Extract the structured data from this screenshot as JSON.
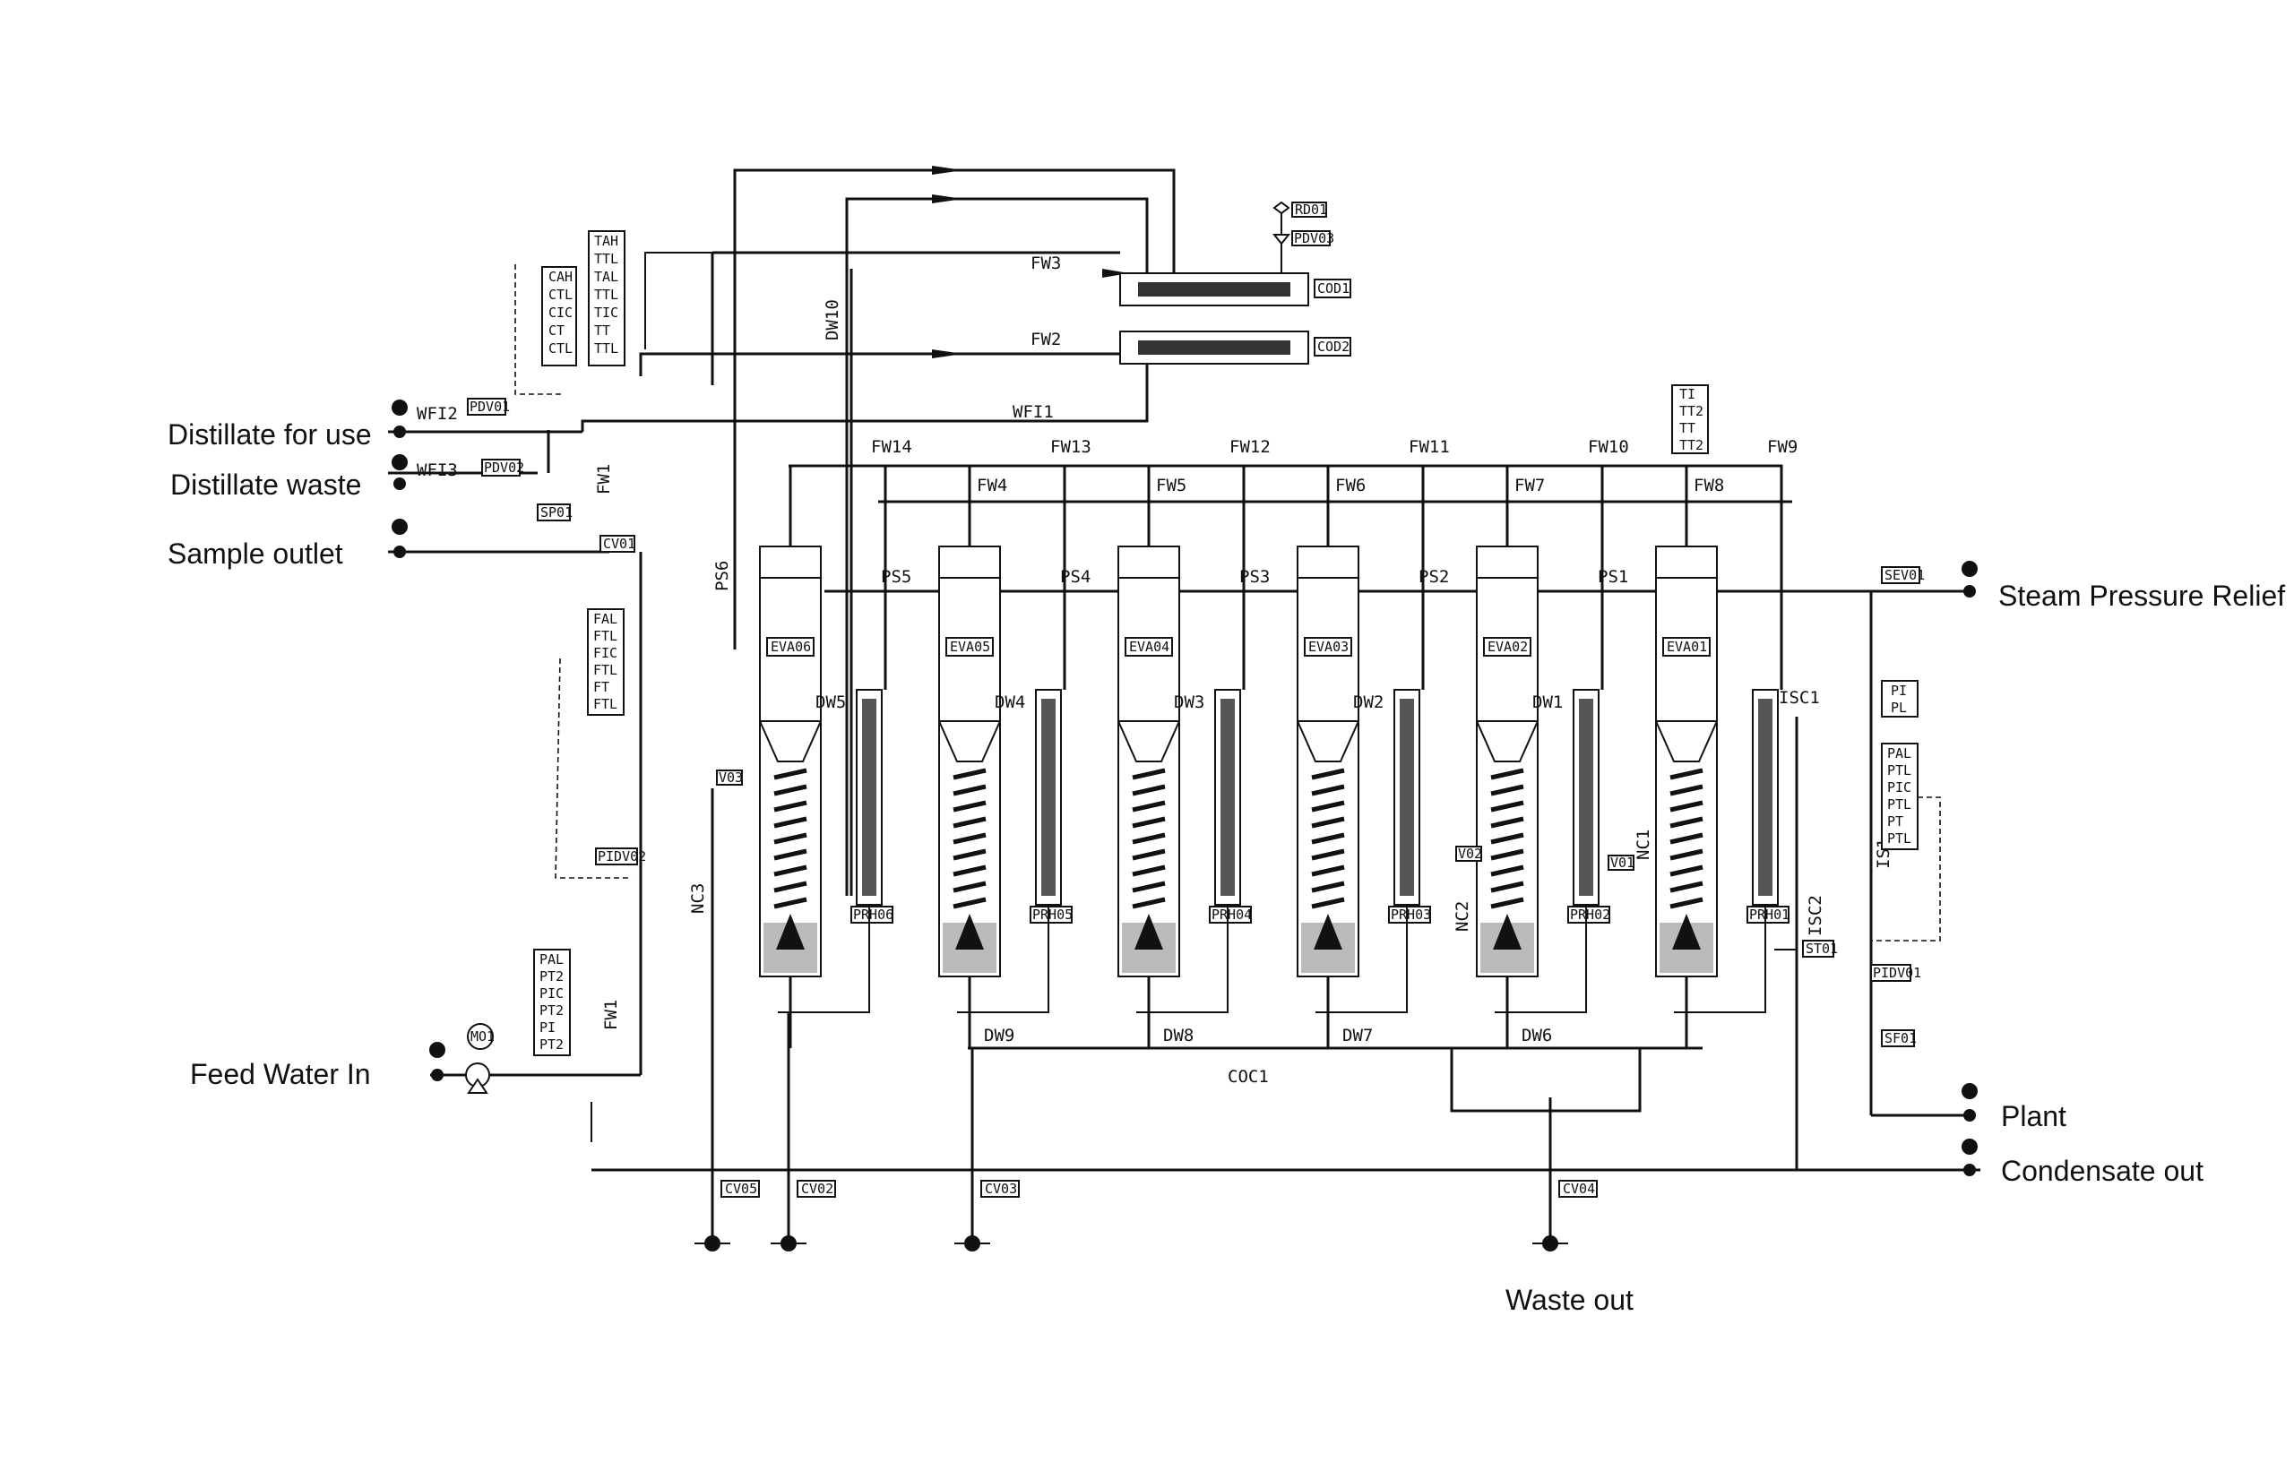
{
  "external_labels": {
    "distillate_use": "Distillate for use",
    "distillate_waste": "Distillate waste",
    "sample_outlet": "Sample outlet",
    "feed_water_in": "Feed Water In",
    "steam_pressure_relief": "Steam Pressure Relief",
    "plant": "Plant",
    "condensate_out": "Condensate out",
    "waste_out": "Waste out"
  },
  "columns": [
    "EVA06",
    "EVA05",
    "EVA04",
    "EVA03",
    "EVA02",
    "EVA01"
  ],
  "preheaters": [
    "PRH06",
    "PRH05",
    "PRH04",
    "PRH03",
    "PRH02",
    "PRH01"
  ],
  "top_streams": [
    "FW14",
    "FW13",
    "FW12",
    "FW11",
    "FW10",
    "FW9"
  ],
  "inner_streams": [
    "FW4",
    "FW5",
    "FW6",
    "FW7",
    "FW8"
  ],
  "pure_steam": [
    "PS5",
    "PS4",
    "PS3",
    "PS2",
    "PS1"
  ],
  "distillate_streams": [
    "DW5",
    "DW4",
    "DW3",
    "DW2",
    "DW1"
  ],
  "bottom_streams": [
    "DW9",
    "DW8",
    "DW7",
    "DW6"
  ],
  "other_streams": {
    "fw3": "FW3",
    "fw2": "FW2",
    "wfi1": "WFI1",
    "fw1_top": "FW1",
    "fw1_side": "FW1",
    "dw10": "DW10",
    "ps6": "PS6",
    "coc1": "COC1",
    "isc1": "ISC1",
    "isc2": "ISC2",
    "is1": "IS1",
    "nc1": "NC1",
    "nc2": "NC2",
    "nc3": "NC3",
    "wfi2": "WFI2",
    "wfi3": "WFI3"
  },
  "condensers": [
    "COD1",
    "COD2"
  ],
  "valve_tags": {
    "pdv01": "PDV01",
    "pdv02": "PDV02",
    "sp01": "SP01",
    "cv01": "CV01",
    "pidv02": "PIDV02",
    "pdv03": "PDV03",
    "rd01": "RD01",
    "sev01": "SEV01",
    "pidv01": "PIDV01",
    "sf01": "SF01",
    "st01": "ST01",
    "cv05": "CV05",
    "cv02": "CV02",
    "cv03": "CV03",
    "cv04": "CV04",
    "v03": "V03",
    "v02": "V02",
    "v01": "V01",
    "mo1": "MO1"
  },
  "instrument_stacks": {
    "top_left_a": [
      "CAH",
      "CTL",
      "CIC",
      "CT",
      "CTL"
    ],
    "top_left_b": [
      "TAH",
      "TTL",
      "TAL",
      "TTL",
      "TIC",
      "TT",
      "TTL"
    ],
    "mid_left": [
      "FAL",
      "FTL",
      "FIC",
      "FTL",
      "FT",
      "FTL"
    ],
    "feed": [
      "PAL",
      "PT2",
      "PIC",
      "PT2",
      "PI",
      "PT2"
    ],
    "eva01_top": [
      "TI",
      "TT2",
      "TT",
      "TT2"
    ],
    "right_pi": [
      "PI",
      "PL"
    ],
    "right_stack": [
      "PAL",
      "PTL",
      "PIC",
      "PTL",
      "PT",
      "PTL"
    ]
  }
}
